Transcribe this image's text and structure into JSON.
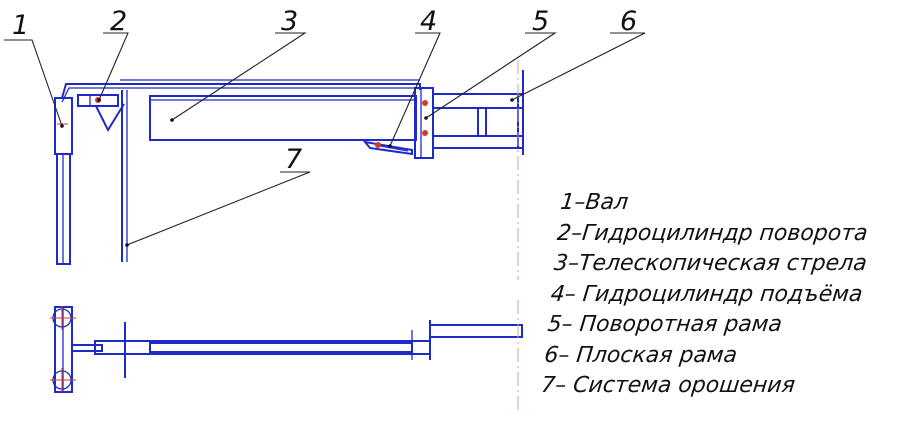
{
  "callouts": [
    "1",
    "2",
    "3",
    "4",
    "5",
    "6",
    "7"
  ],
  "legend": [
    "1–Вал",
    "2–Гидроцилиндр поворота",
    "3–Телескопическая стрела",
    "4– Гидроцилиндр подъёма",
    "5– Поворотная рама",
    "6– Плоская рама",
    "7– Система орошения"
  ],
  "colors": {
    "lines": "#1f2bc8",
    "text": "#111111",
    "centers": "#d63a2a"
  }
}
